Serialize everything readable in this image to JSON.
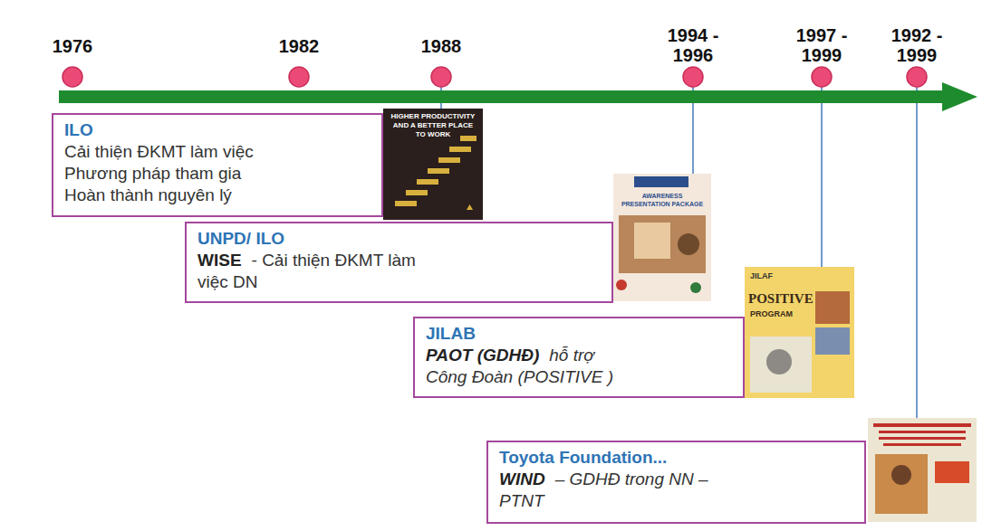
{
  "diagram": {
    "nodes": [
      {
        "text": [
          "ILO",
          "Cải thiện ĐKMT làm việc",
          "Phương pháp tham gia",
          "Hoàn thành nguyên lý"
        ]
      },
      {
        "text": [
          "UNPD/ ILO",
          "WISE",
          "- Cải thiện ĐKMT làm việc DN"
        ]
      },
      {
        "text": [
          "JILAB",
          "PAOT (GDHĐ)",
          "hỗ trợ Công Đoàn (POSITIVE )"
        ]
      },
      {
        "text": [
          "Toyota Foundation...",
          "WIND",
          "– GDHĐ trong NN – PTNT"
        ]
      }
    ],
    "labels": [
      "1976",
      "1982",
      "1988",
      "1994 - 1996",
      "1997 - 1999",
      "1992 - 1999",
      "HIGHER PRODUCTIVITY AND A BETTER PLACE TO WORK",
      "AWARENESS PRESENTATION PACKAGE",
      "JILAF",
      "POSITIVE",
      "PROGRAM"
    ]
  }
}
